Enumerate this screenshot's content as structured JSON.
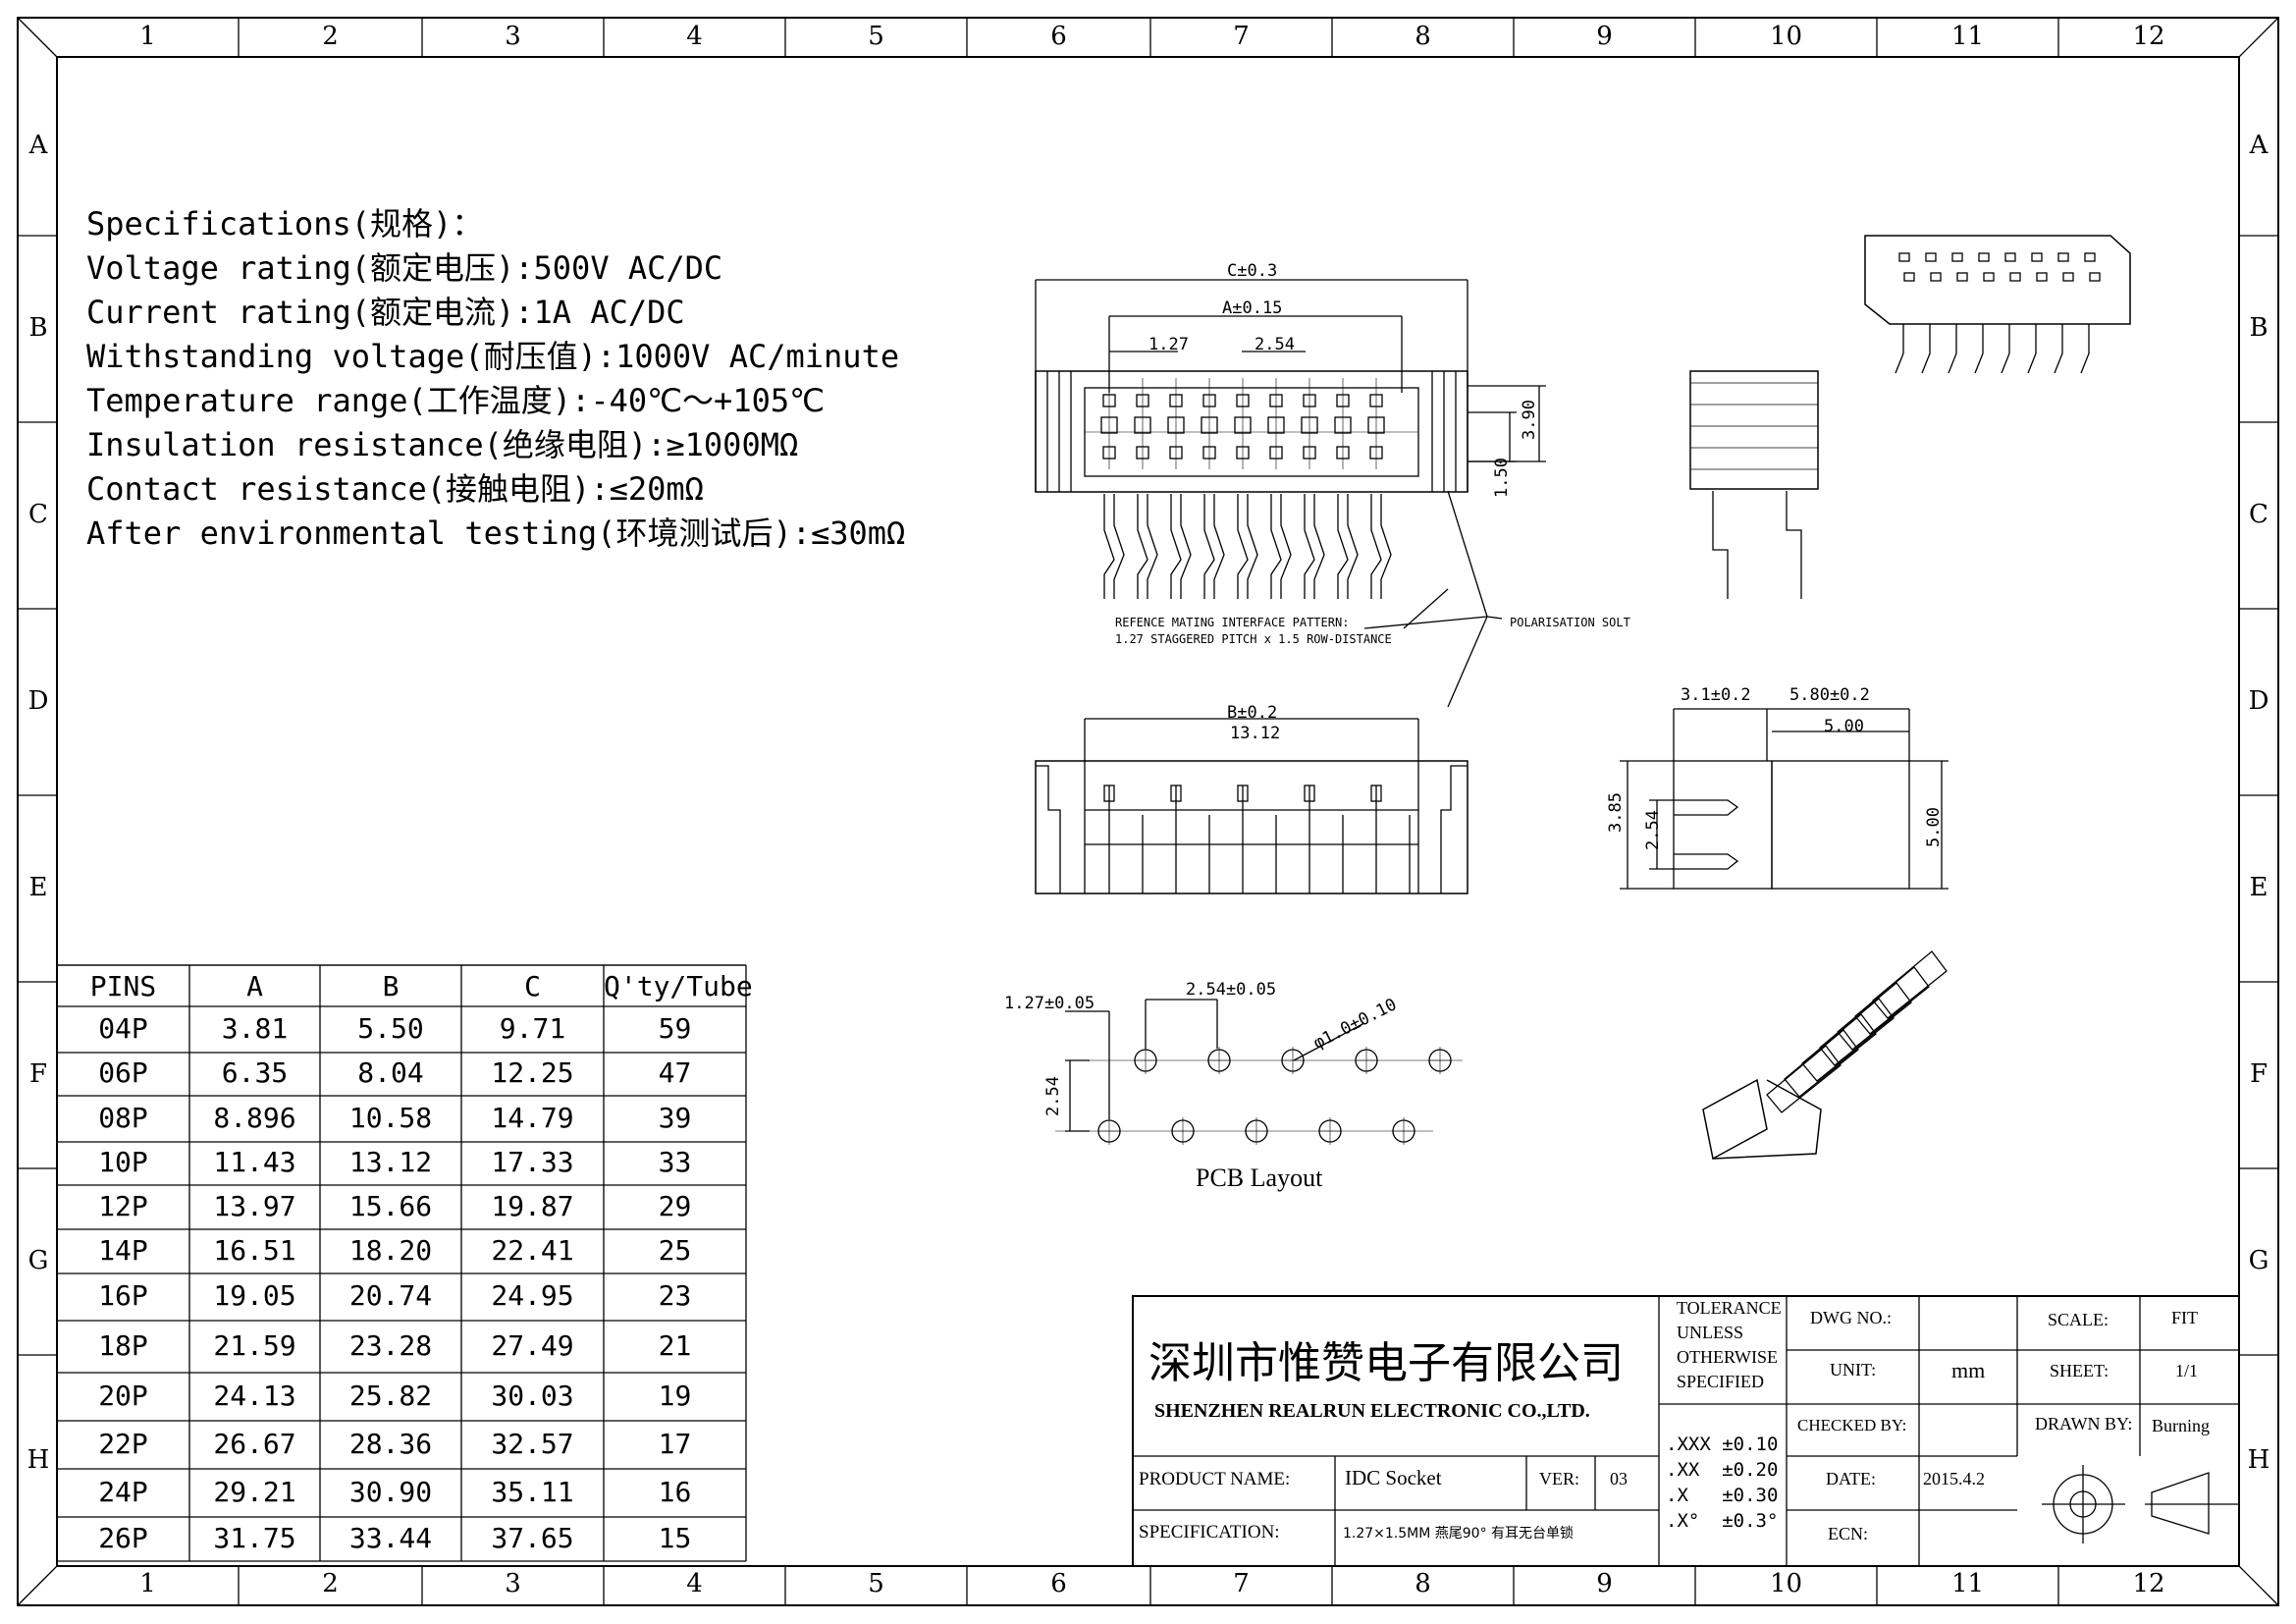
{
  "zones": {
    "columns": [
      "1",
      "2",
      "3",
      "4",
      "5",
      "6",
      "7",
      "8",
      "9",
      "10",
      "11",
      "12"
    ],
    "rows": [
      "A",
      "B",
      "C",
      "D",
      "E",
      "F",
      "G",
      "H"
    ]
  },
  "specifications": [
    "Specifications(规格)：",
    "Voltage rating(额定电压):500V AC/DC",
    "Current rating(额定电流):1A AC/DC",
    "Withstanding voltage(耐压值):1000V AC/minute",
    "Temperature range(工作温度):-40℃～+105℃",
    "Insulation resistance(绝缘电阻):≥1000MΩ",
    "Contact resistance(接触电阻):≤20mΩ",
    "After environmental testing(环境测试后):≤30mΩ"
  ],
  "pin_table": {
    "headers": [
      "PINS",
      "A",
      "B",
      "C",
      "Q'ty/Tube"
    ],
    "rows": [
      [
        "04P",
        "3.81",
        "5.50",
        "9.71",
        "59"
      ],
      [
        "06P",
        "6.35",
        "8.04",
        "12.25",
        "47"
      ],
      [
        "08P",
        "8.896",
        "10.58",
        "14.79",
        "39"
      ],
      [
        "10P",
        "11.43",
        "13.12",
        "17.33",
        "33"
      ],
      [
        "12P",
        "13.97",
        "15.66",
        "19.87",
        "29"
      ],
      [
        "14P",
        "16.51",
        "18.20",
        "22.41",
        "25"
      ],
      [
        "16P",
        "19.05",
        "20.74",
        "24.95",
        "23"
      ],
      [
        "18P",
        "21.59",
        "23.28",
        "27.49",
        "21"
      ],
      [
        "20P",
        "24.13",
        "25.82",
        "30.03",
        "19"
      ],
      [
        "22P",
        "26.67",
        "28.36",
        "32.57",
        "17"
      ],
      [
        "24P",
        "29.21",
        "30.90",
        "35.11",
        "16"
      ],
      [
        "26P",
        "31.75",
        "33.44",
        "37.65",
        "15"
      ]
    ]
  },
  "dimensions": {
    "c": "C±0.3",
    "a": "A±0.15",
    "pitch": "1.27",
    "pitch2": "2.54",
    "h390": "3.90",
    "h150": "1.50",
    "ref_line1": "REFENCE MATING INTERFACE PATTERN:",
    "ref_line2": "1.27 STAGGERED PITCH x 1.5 ROW-DISTANCE",
    "polarisation": "POLARISATION SOLT",
    "b": "B±0.2",
    "b_val": "13.12",
    "side_31": "3.1±0.2",
    "side_580": "5.80±0.2",
    "side_500": "5.00",
    "side_385": "3.85",
    "side_254": "2.54",
    "side_500v": "5.00",
    "pcb_127": "1.27±0.05",
    "pcb_254": "2.54±0.05",
    "pcb_hole": "φ1.0±0.10",
    "pcb_254v": "2.54",
    "pcb_title": "PCB Layout"
  },
  "title_block": {
    "company_cn": "深圳市惟赞电子有限公司",
    "company_en": "SHENZHEN REALRUN ELECTRONIC CO.,LTD.",
    "tolerance": [
      "TOLERANCE",
      "UNLESS",
      "OTHERWISE",
      "SPECIFIED"
    ],
    "tol_values": [
      ".XXX ±0.10",
      ".XX  ±0.20",
      ".X   ±0.30",
      ".X°  ±0.3°"
    ],
    "dwg_no_label": "DWG NO.:",
    "dwg_no": "",
    "scale_label": "SCALE:",
    "scale": "FIT",
    "unit_label": "UNIT:",
    "unit": "mm",
    "sheet_label": "SHEET:",
    "sheet": "1/1",
    "checked_label": "CHECKED BY:",
    "checked": "",
    "drawn_label": "DRAWN BY:",
    "drawn": "Burning",
    "product_label": "PRODUCT NAME:",
    "product": "IDC Socket",
    "ver_label": "VER:",
    "ver": "03",
    "date_label": "DATE:",
    "date": "2015.4.2",
    "spec_label": "SPECIFICATION:",
    "spec": "1.27×1.5MM 燕尾90° 有耳无台单锁",
    "ecn_label": "ECN:",
    "ecn": ""
  }
}
